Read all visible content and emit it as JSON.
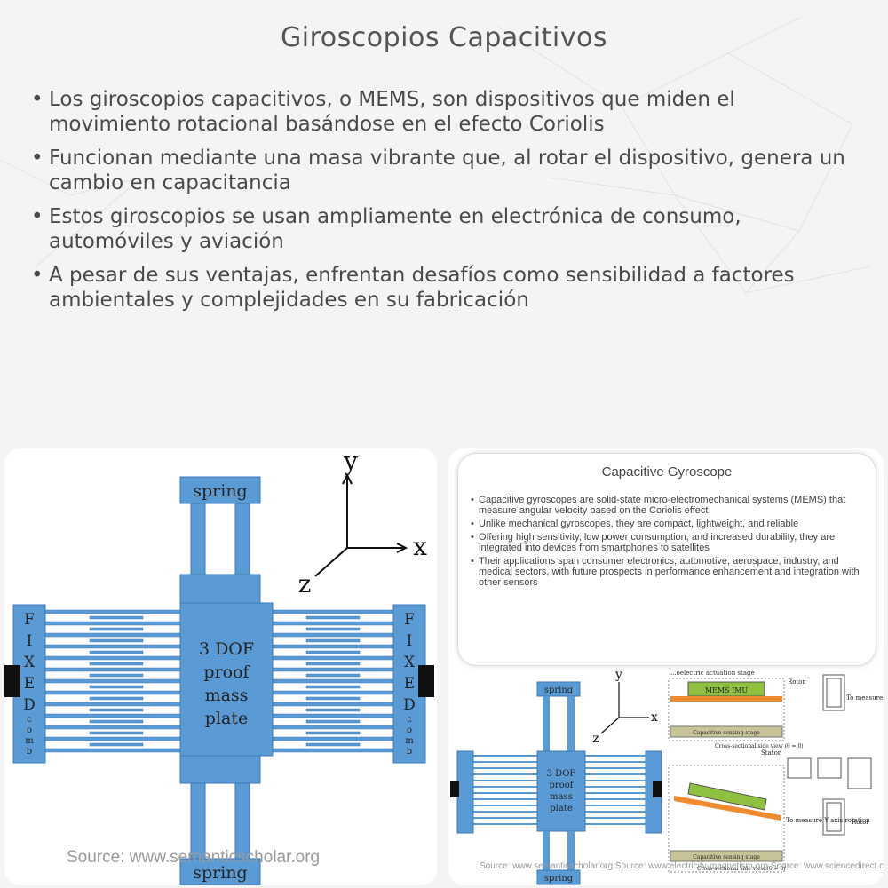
{
  "title": "Giroscopios Capacitivos",
  "bullets": [
    "Los giroscopios capacitivos, o MEMS, son dispositivos que miden el movimiento rotacional basándose en el efecto Coriolis",
    "Funcionan mediante una masa vibrante que, al rotar el dispositivo, genera un cambio en capacitancia",
    "Estos giroscopios se usan ampliamente en electrónica de consumo, automóviles y aviación",
    "A pesar de sus ventajas, enfrentan desafíos como sensibilidad a factores ambientales y complejidades en su fabricación"
  ],
  "left_figure": {
    "spring_top": "spring",
    "spring_bottom": "spring",
    "mass_lines": [
      "3 DOF",
      "proof",
      "mass",
      "plate"
    ],
    "fixed_letters": [
      "F",
      "I",
      "X",
      "E",
      "D"
    ],
    "comb_letters": [
      "c",
      "o",
      "m",
      "b"
    ],
    "axis_y": "y",
    "axis_x": "x",
    "axis_z": "z",
    "source": "Source: www.semanticscholar.org"
  },
  "right_figure": {
    "card_title": "Capacitive Gyroscope",
    "card_bullets": [
      "Capacitive gyroscopes are solid-state micro-electromechanical systems (MEMS) that measure angular velocity based on the Coriolis effect",
      "Unlike mechanical gyroscopes, they are compact, lightweight, and reliable",
      "Offering high sensitivity, low power consumption, and increased durability, they are integrated into devices from smartphones to satellites",
      "Their applications span consumer electronics, automotive, aerospace, industry, and medical sectors, with future prospects in performance enhancement and integration with other sensors"
    ],
    "top_label": "...oelectric actuation stage",
    "mems_label": "MEMS IMU",
    "rotor_label": "Rotor",
    "sensing_label": "Capacitive sensing stage",
    "cross_label_1": "Cross-sectional side view (θ = 0)",
    "cross_label_2": "Cross-sectional side view (θ ≠ 0)",
    "stator_label": "Stator",
    "measure_x": "To measure X axis rotation",
    "measure_y": "To measure Y axis rotation",
    "source": "Source: www.semanticscholar.org  Source: www.electricity-magnetism.org  Source: www.sciencedirect.com"
  }
}
